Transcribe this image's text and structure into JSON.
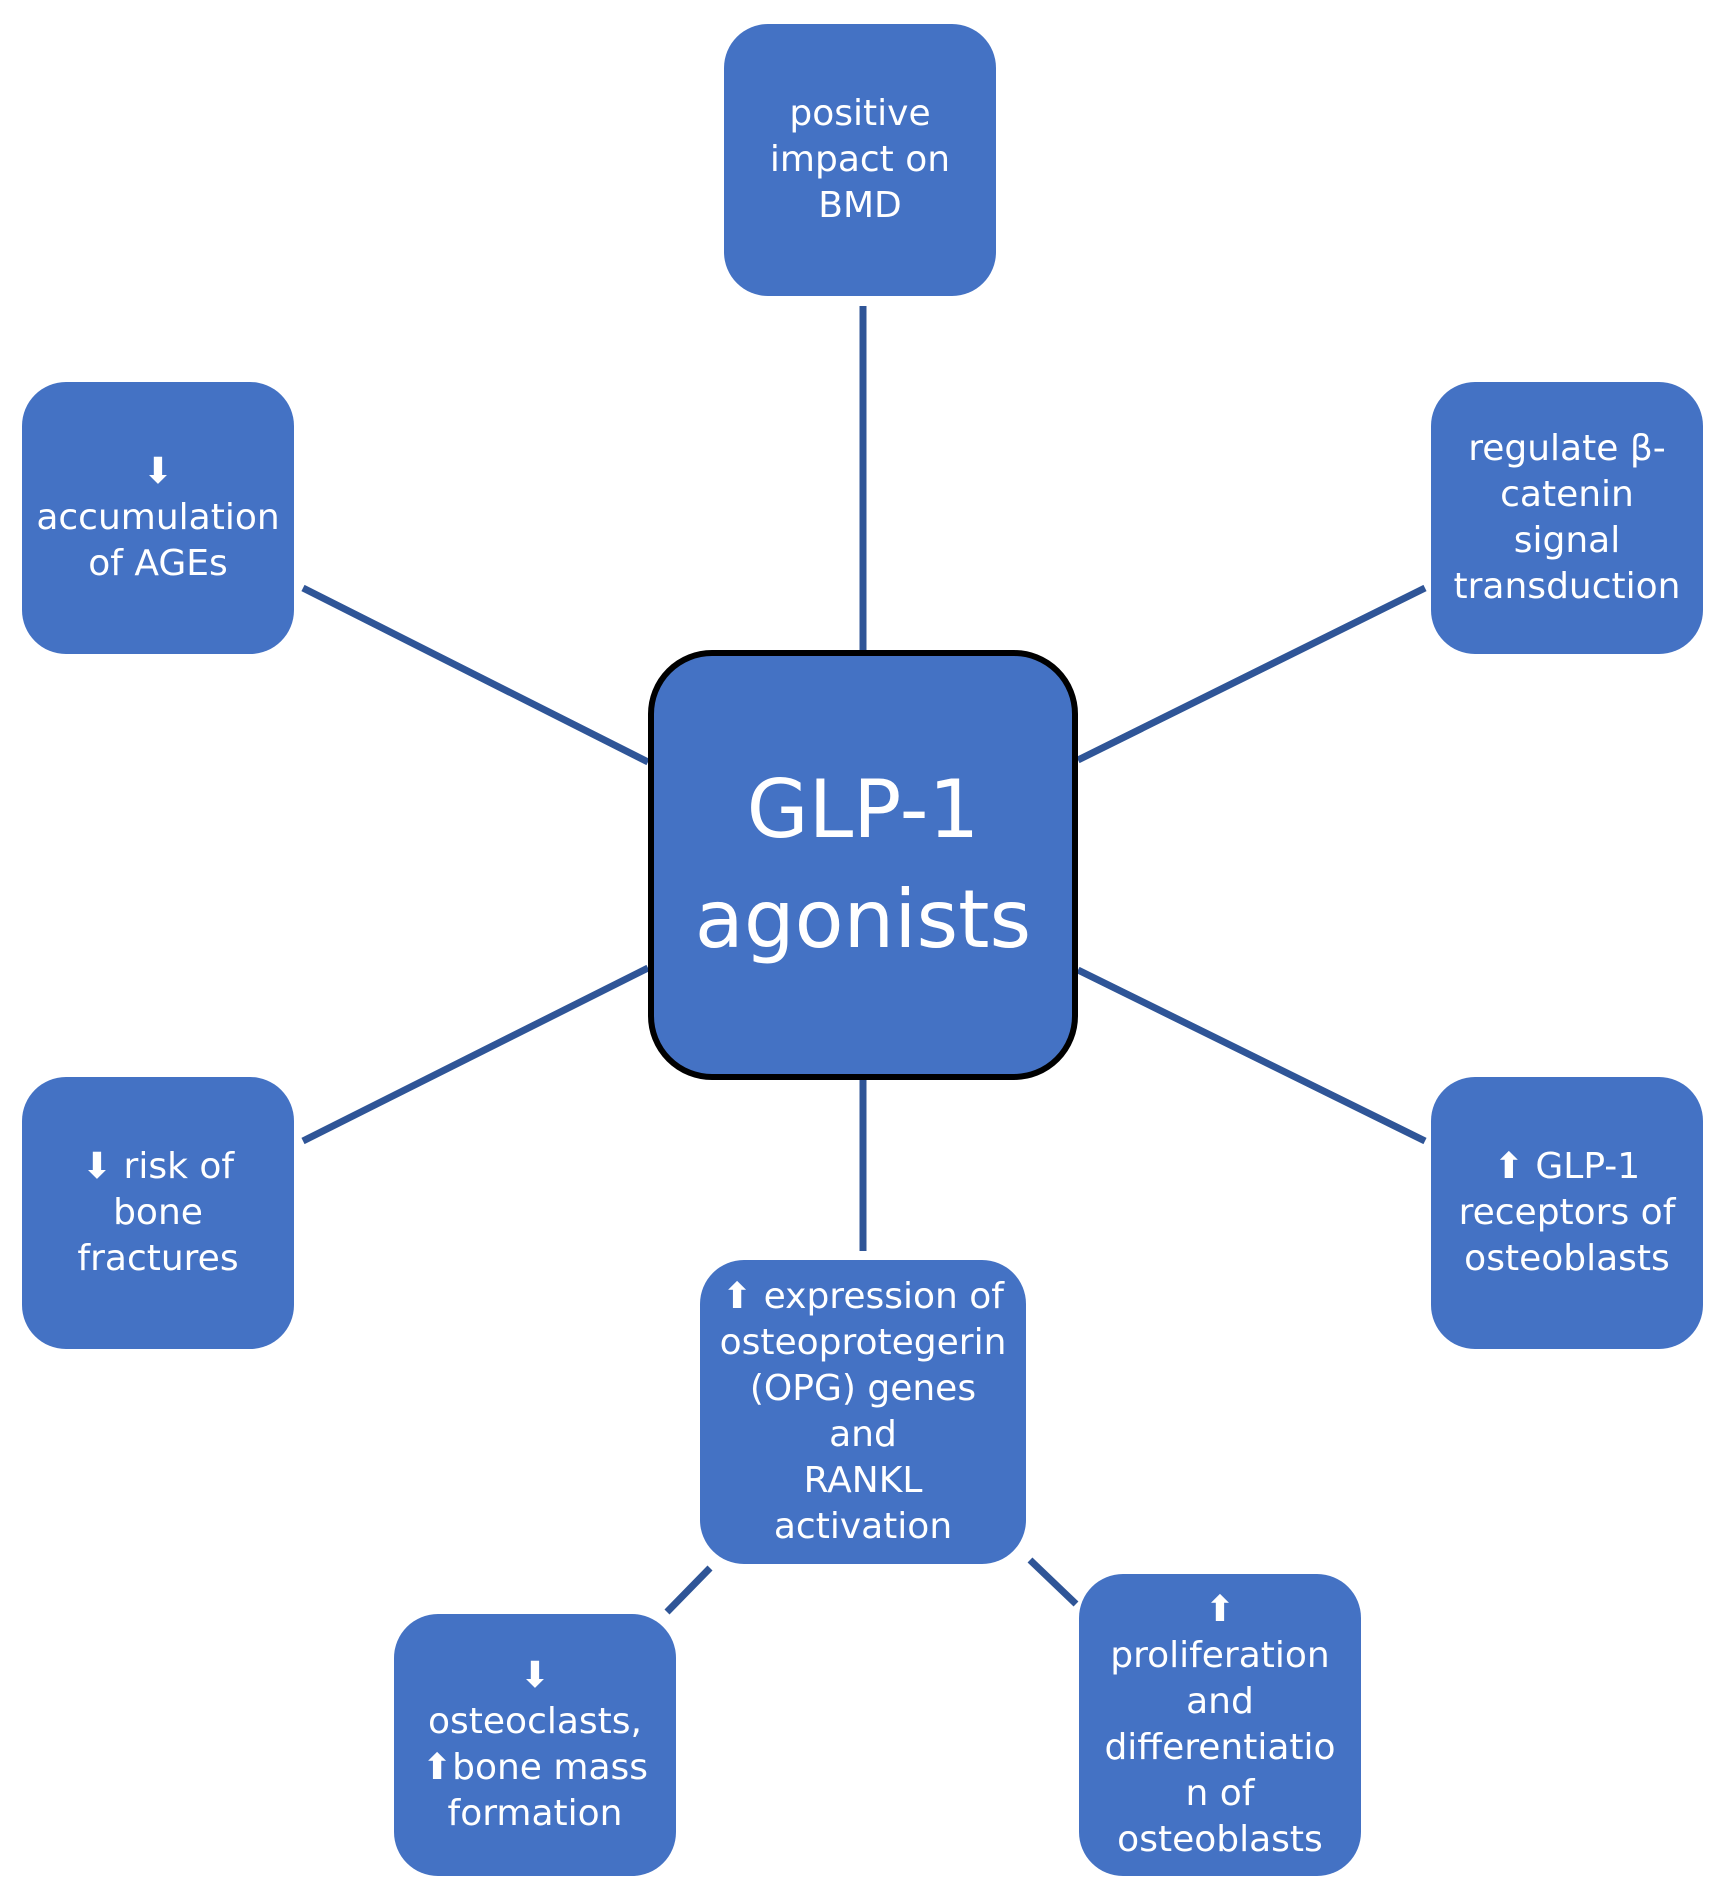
{
  "diagram": {
    "center": {
      "label": "GLP-1\nagonists"
    },
    "nodes": {
      "bmd": {
        "label": "positive\nimpact on\nBMD"
      },
      "ages": {
        "label": "⬇\naccumulation\nof AGEs"
      },
      "catenin": {
        "label": "regulate β-\ncatenin signal\ntransduction"
      },
      "fracture": {
        "label": "⬇ risk of bone\nfractures"
      },
      "receptor": {
        "label": "⬆ GLP-1\nreceptors of\nosteoblasts"
      },
      "opg": {
        "label": "⬆ expression of\nosteoprotegerin\n(OPG) genes and\nRANKL\nactivation"
      },
      "osteo": {
        "label": "⬇ osteoclasts,\n⬆bone mass\nformation"
      },
      "prolif": {
        "label": "⬆\nproliferation\nand\ndifferentiatio\nn of\nosteoblasts"
      }
    },
    "colors": {
      "node_fill": "#4472c4",
      "connector": "#2f5597",
      "center_border": "#000000",
      "text": "#ffffff"
    }
  }
}
